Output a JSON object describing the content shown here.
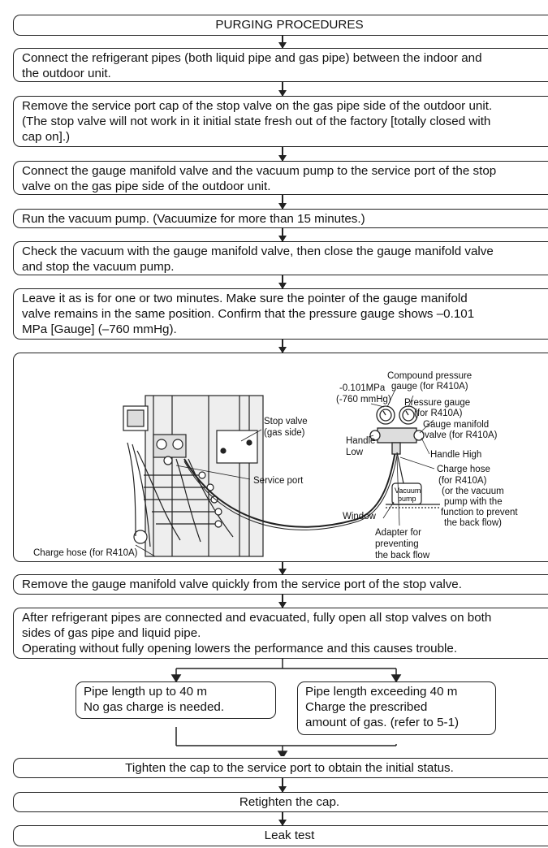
{
  "title": "PURGING PROCEDURES",
  "steps": [
    {
      "lines": [
        "Connect the refrigerant pipes (both liquid pipe and gas pipe) between the indoor and",
        "the outdoor unit."
      ]
    },
    {
      "lines": [
        "Remove the service port cap of the stop valve on the gas pipe side of the outdoor unit.",
        "(The stop valve will not work in it initial state fresh out of the factory [totally closed with",
        "cap on].)"
      ]
    },
    {
      "lines": [
        "Connect the gauge manifold valve and the vacuum pump to the service port of the stop",
        "valve on the gas pipe side of the outdoor unit."
      ]
    },
    {
      "lines": [
        "Run the vacuum pump. (Vacuumize for more than 15 minutes.)"
      ]
    },
    {
      "lines": [
        "Check the vacuum with the gauge manifold valve, then close the gauge manifold valve",
        "and stop the vacuum pump."
      ]
    },
    {
      "lines": [
        "Leave it as is for one or two minutes. Make sure the pointer of the gauge manifold",
        "valve remains in the same position. Confirm that the pressure gauge shows –0.101",
        "MPa [Gauge] (–760 mmHg)."
      ]
    }
  ],
  "figure_labels": {
    "mpa": "-0.101MPa",
    "mmhg": "(-760 mmHg)",
    "compound1": "Compound pressure",
    "compound2": "gauge (for R410A)",
    "pressure1": "Pressure gauge",
    "pressure2": "(for R410A)",
    "manifold1": "Gauge manifold",
    "manifold2": "valve (for R410A)",
    "stop1": "Stop valve",
    "stop2": "(gas side)",
    "handle_low1": "Handle",
    "handle_low2": "Low",
    "handle_high": "Handle High",
    "charge1": "Charge hose",
    "charge2": "(for R410A)",
    "service_port": "Service port",
    "vacuum1": "Vacuum",
    "vacuum2": "pump",
    "orvac1": "(or the vacuum",
    "orvac2": "pump with the",
    "orvac3": "function to prevent",
    "orvac4": "the back flow)",
    "window": "Window",
    "adapter1": "Adapter for",
    "adapter2": "preventing",
    "adapter3": "the back flow",
    "charge_left": "Charge hose (for R410A)"
  },
  "steps_after": [
    {
      "lines": [
        "Remove the gauge manifold valve quickly from the service port of the stop valve."
      ]
    },
    {
      "lines": [
        "After refrigerant pipes are connected and evacuated, fully open all stop valves on both",
        "sides of gas pipe and liquid pipe.",
        "Operating without fully opening lowers the performance and this causes trouble."
      ]
    }
  ],
  "options": [
    {
      "lines": [
        "Pipe length up to 40 m",
        "No gas charge is needed."
      ]
    },
    {
      "lines": [
        "Pipe length exceeding 40 m",
        "Charge the prescribed",
        "amount of gas. (refer to 5-1)"
      ]
    }
  ],
  "final_steps": [
    "Tighten the cap to the service port to obtain the initial status.",
    "Retighten the cap.",
    "Leak test"
  ]
}
